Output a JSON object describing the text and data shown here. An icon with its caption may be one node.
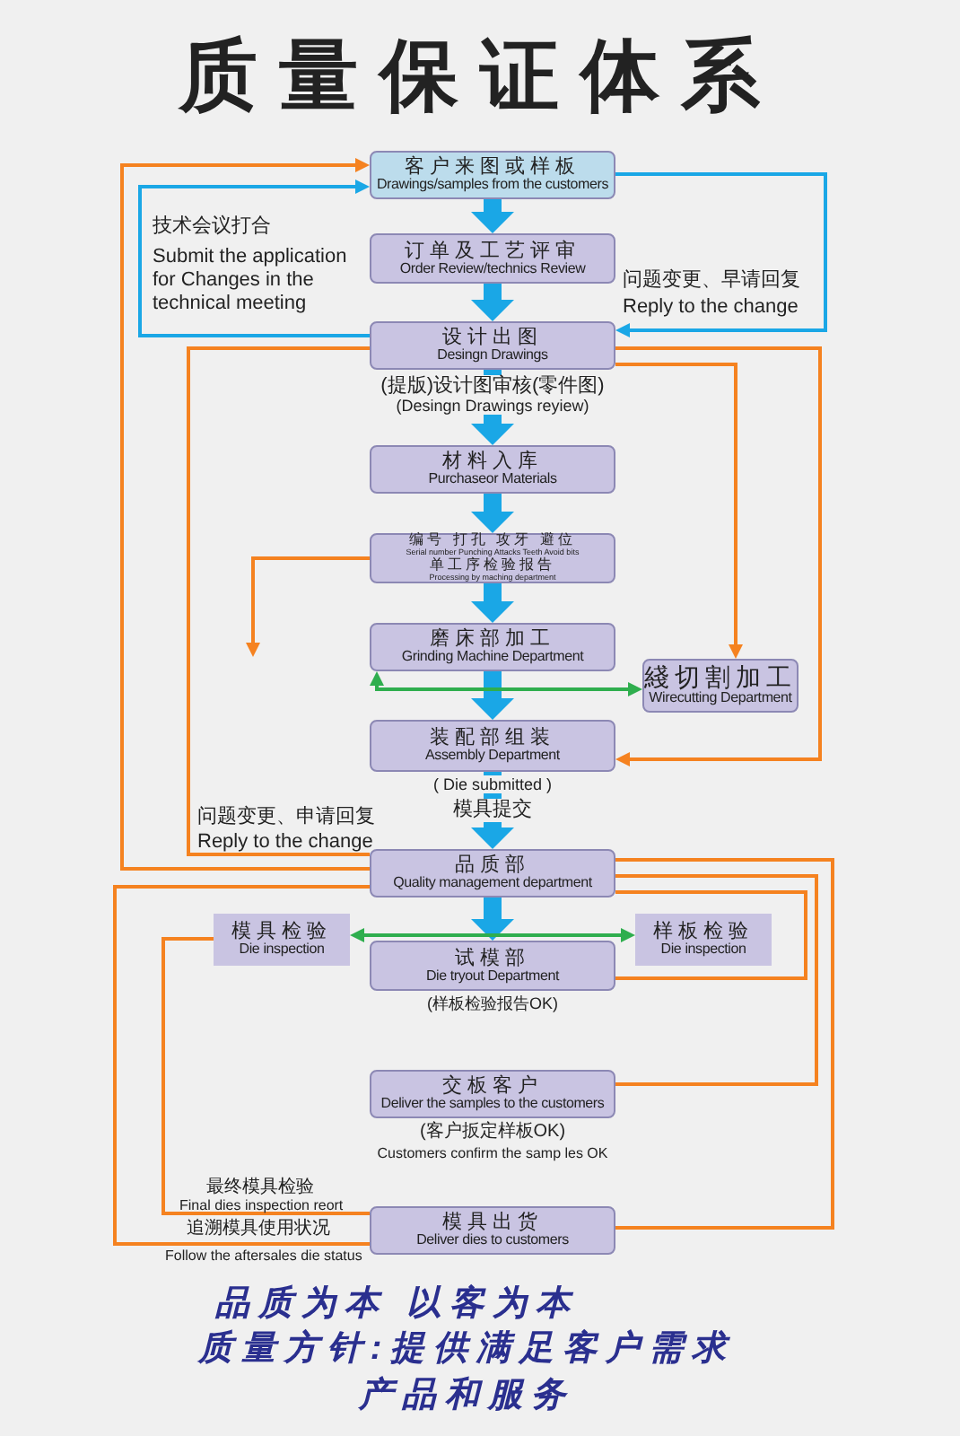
{
  "diagram": {
    "title": "质量保证体系",
    "nodes": [
      {
        "text": [
          "客户来图或样板",
          "Drawings/samples from the customers"
        ]
      },
      {
        "text": [
          "订单及工艺评审",
          "Order Review/technics Review"
        ]
      },
      {
        "text": [
          "设计出图",
          "Desingn Drawings"
        ],
        "beside": [
          "(提版)设计图审核(零件图)",
          "(Desingn Drawings reyiew)"
        ]
      },
      {
        "text": [
          "材料入库",
          "Purchaseor Materials"
        ]
      },
      {
        "text": [
          "编号 打孔 攻牙 避位",
          "Serial number Punching Attacks Teeth Avoid bits",
          "单工序检验报告",
          "Processing by maching department"
        ]
      },
      {
        "text": [
          "磨床部加工",
          "Grinding Machine Department"
        ]
      },
      {
        "text": [
          "綫切割加工",
          "Wirecutting Department"
        ]
      },
      {
        "text": [
          "装配部组装",
          "Assembly Department"
        ],
        "beside": [
          "( Die submitted )",
          "模具提交"
        ]
      },
      {
        "text": [
          "品质部",
          "Quality management department"
        ]
      },
      {
        "text": [
          "模具检验",
          "Die inspection"
        ]
      },
      {
        "text": [
          "试模部",
          "Die tryout Department"
        ],
        "beside": [
          "(样板检验报告OK)"
        ]
      },
      {
        "text": [
          "样板检验",
          "Die inspection"
        ]
      },
      {
        "text": [
          "交板客户",
          "Deliver the samples to the customers"
        ],
        "beside": [
          "(客户扳定样板OK)",
          "Customers confirm the samp les OK"
        ]
      },
      {
        "text": [
          "模具出货",
          "Deliver dies to customers"
        ]
      }
    ],
    "edges": [
      {
        "from": 0,
        "to": 1,
        "arrow": "to",
        "style": "thick",
        "color": "#1aa7e6"
      },
      {
        "from": 1,
        "to": 2,
        "arrow": "to",
        "style": "thick",
        "color": "#1aa7e6"
      },
      {
        "from": 2,
        "to": 3,
        "arrow": "to",
        "style": "thick",
        "color": "#1aa7e6"
      },
      {
        "from": 3,
        "to": 4,
        "arrow": "to",
        "style": "thick",
        "color": "#1aa7e6"
      },
      {
        "from": 4,
        "to": 5,
        "arrow": "to",
        "style": "thick",
        "color": "#1aa7e6"
      },
      {
        "from": 5,
        "to": 7,
        "arrow": "to",
        "style": "thick",
        "color": "#1aa7e6"
      },
      {
        "from": 7,
        "to": 8,
        "arrow": "to",
        "style": "thick",
        "color": "#1aa7e6"
      },
      {
        "from": 8,
        "to": 10,
        "arrow": "to",
        "style": "thick",
        "color": "#1aa7e6"
      },
      {
        "from": 2,
        "to": 0,
        "arrow": "to",
        "color": "#1aa7e6",
        "label": "技术会议打合"
      },
      {
        "from": 0,
        "to": 2,
        "arrow": "to",
        "color": "#1aa7e6",
        "label": "问题变更、早请回复"
      },
      {
        "from": 2,
        "to": 7,
        "arrow": "to",
        "color": "#f58220"
      },
      {
        "from": 2,
        "to": 6,
        "arrow": "to",
        "color": "#f58220"
      },
      {
        "from": 4,
        "to": null,
        "arrow": "to",
        "color": "#f58220"
      },
      {
        "from": 5,
        "to": 6,
        "arrow": "both",
        "color": "#2fae4e"
      },
      {
        "from": 2,
        "to": 8,
        "arrow": "none",
        "color": "#f58220",
        "label": "问题变更、申请回复"
      },
      {
        "from": 8,
        "to": 0,
        "arrow": "to",
        "color": "#f58220"
      },
      {
        "from": 9,
        "to": 11,
        "arrow": "both",
        "color": "#2fae4e"
      },
      {
        "from": 8,
        "to": 13,
        "arrow": "none",
        "color": "#f58220",
        "label": "追溯模具使用状况"
      },
      {
        "from": 9,
        "to": 13,
        "arrow": "none",
        "color": "#f58220",
        "label": "最终模具检验"
      },
      {
        "from": 8,
        "to": 12,
        "arrow": "none",
        "color": "#f58220"
      },
      {
        "from": 8,
        "to": 10,
        "arrow": "none",
        "color": "#f58220"
      },
      {
        "from": 8,
        "to": 13,
        "arrow": "none",
        "color": "#f58220"
      }
    ],
    "labels": [
      "Submit the application for Changes in the technical meeting",
      "Reply to the change",
      "Reply to the change",
      "Final dies inspection reort",
      "Follow the aftersales die status",
      "品质为本 以客为本",
      "质量方针:提供满足客户需求产品和服务"
    ]
  }
}
